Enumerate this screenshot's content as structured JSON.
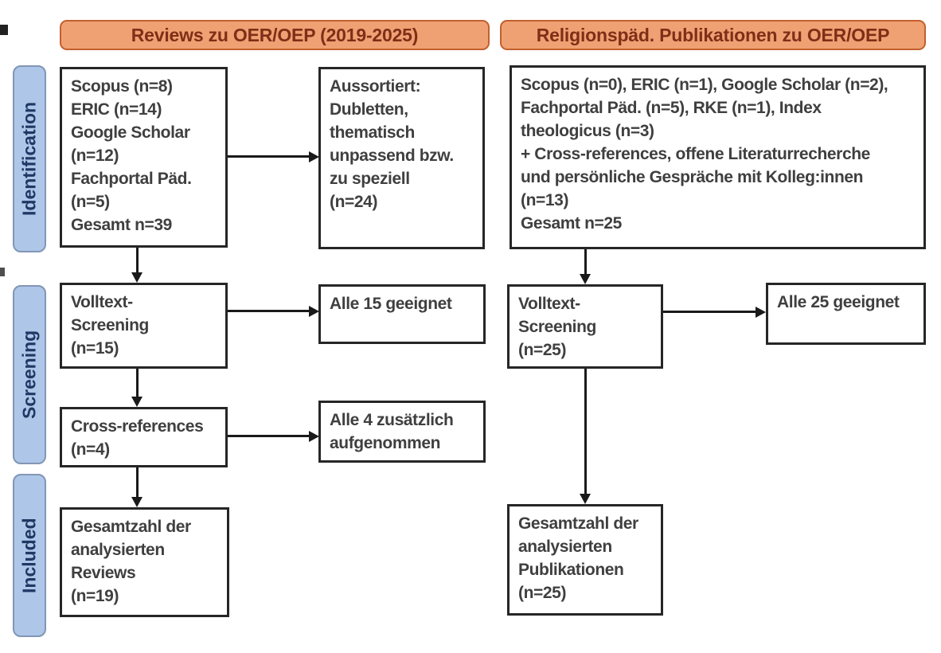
{
  "headers": {
    "left_label": "Reviews zu OER/OEP (2019-2025)",
    "right_label": "Religionspäd. Publikationen zu OER/OEP"
  },
  "stage_labels": {
    "identification": "Identification",
    "screening": "Screening",
    "included": "Included"
  },
  "boxes": {
    "left_sources": {
      "lines": [
        "Scopus (n=8)",
        "ERIC (n=14)",
        "Google Scholar",
        "(n=12)",
        "Fachportal Päd.",
        "(n=5)",
        "Gesamt n=39"
      ]
    },
    "left_excluded": {
      "lines": [
        "Aussortiert:",
        "Dubletten,",
        "thematisch",
        "unpassend bzw.",
        "zu speziell",
        "(n=24)"
      ]
    },
    "left_fulltext": {
      "lines": [
        "Volltext-",
        "Screening",
        "(n=15)"
      ]
    },
    "left_eligible": {
      "lines": [
        "Alle 15 geeignet"
      ]
    },
    "left_crossref": {
      "lines": [
        "Cross-references",
        "(n=4)"
      ]
    },
    "left_added": {
      "lines": [
        "Alle 4 zusätzlich",
        "aufgenommen"
      ]
    },
    "left_included": {
      "lines": [
        "Gesamtzahl der",
        "analysierten",
        "Reviews",
        "(n=19)"
      ]
    },
    "right_sources": {
      "lines": [
        "Scopus (n=0), ERIC (n=1), Google Scholar (n=2),",
        "Fachportal Päd. (n=5), RKE (n=1), Index",
        "theologicus (n=3)",
        "+ Cross-references, offene Literaturrecherche",
        "und persönliche Gespräche mit Kolleg:innen",
        "(n=13)",
        "Gesamt n=25"
      ]
    },
    "right_fulltext": {
      "lines": [
        "Volltext-",
        "Screening",
        "(n=25)"
      ]
    },
    "right_eligible": {
      "lines": [
        "Alle 25 geeignet"
      ]
    },
    "right_included": {
      "lines": [
        "Gesamtzahl der",
        "analysierten",
        "Publikationen",
        "(n=25)"
      ]
    }
  },
  "colors": {
    "orange-fill": "#F0A173",
    "orange-border": "#C2602E",
    "orange-text": "#7E2F17",
    "blue-fill": "#AEC6E8",
    "blue-border": "#8296B5",
    "blue-text": "#1F3864",
    "box-border": "#262626",
    "box-text": "#3F3F3F",
    "arrow": "#1A1A1A"
  }
}
